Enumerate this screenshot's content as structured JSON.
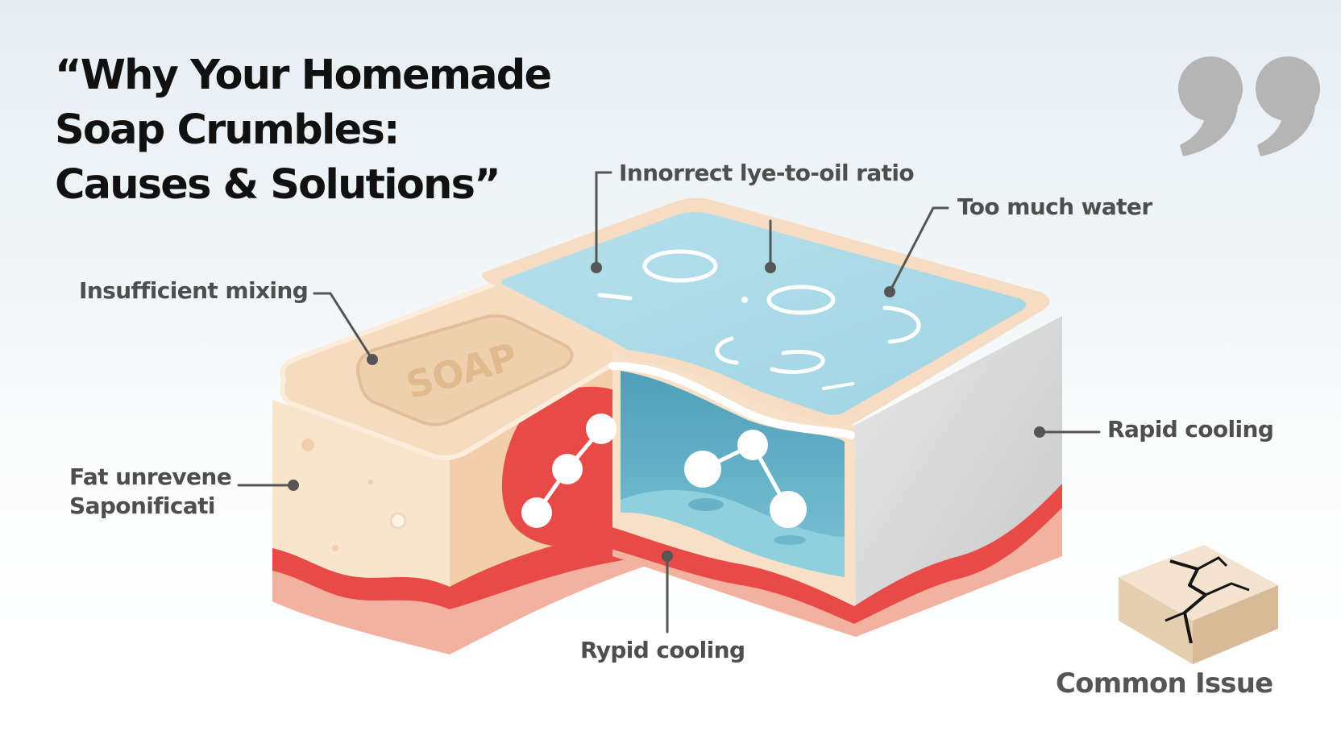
{
  "title": {
    "line1": "“Why Your Homemade",
    "line2": "Soap Crumbles:",
    "line3": "Causes & Solutions”"
  },
  "labels": {
    "lye_ratio": "Innorrect lye-to-oil ratio",
    "too_much_water": "Too much water",
    "insufficient_mixing": "Insufficient mixing",
    "fat_line1": "Fat unrevene",
    "fat_line2": "Saponificati",
    "rapid_cooling_right": "Rapid cooling",
    "rapid_cooling_bottom": "Rypid cooling"
  },
  "bar_stamp": "SOAP",
  "common_issue": "Common Issue",
  "colors": {
    "soap_cream": "#f5dcbf",
    "soap_face": "#f9e6d2",
    "water_blue": "#a9d9e6",
    "water_deep": "#5eb1c9",
    "layer_red": "#e84b47",
    "layer_pink": "#f3b1a0",
    "cut_grey": "#d6d6d6",
    "title_text": "#111111",
    "label_text": "#4e4e4e",
    "quote_grey": "#b5b5b5"
  },
  "icons": [
    "quote-icon",
    "cracked-soap-icon",
    "molecule-icon"
  ]
}
